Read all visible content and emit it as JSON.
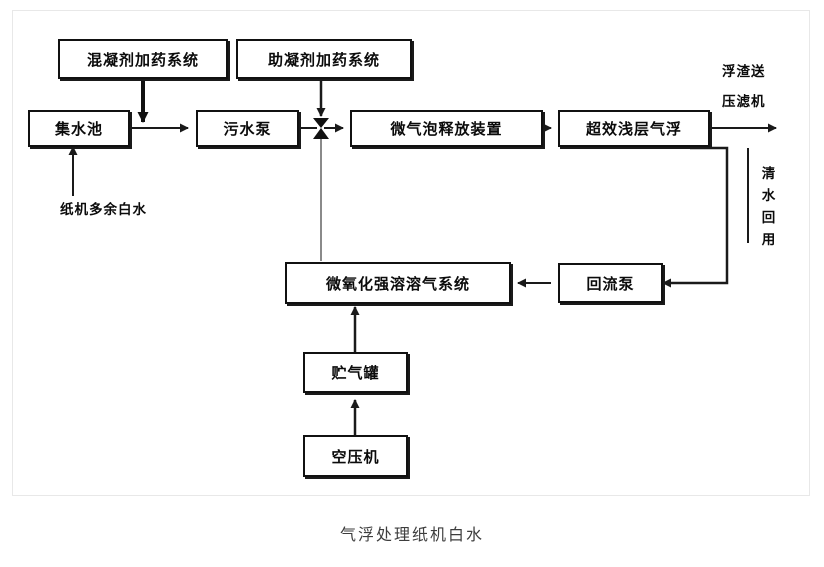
{
  "caption": "气浮处理纸机白水",
  "nodes": {
    "coagulant_dosing": "混凝剂加药系统",
    "flocculant_aid_dosing": "助凝剂加药系统",
    "collection_pool": "集水池",
    "sewage_pump": "污水泵",
    "microbubble_release": "微气泡释放装置",
    "shallow_air_flotation": "超效浅层气浮",
    "micro_oxidation_dissolved_gas": "微氧化强溶溶气系统",
    "reflux_pump": "回流泵",
    "gas_storage_tank": "贮气罐",
    "air_compressor": "空压机"
  },
  "labels": {
    "white_water_inlet": "纸机多余白水",
    "scum_out_line1": "浮渣送",
    "scum_out_line2": "压滤机",
    "clear_water_reuse": "清水回用"
  },
  "colors": {
    "stroke": "#1a1a1a",
    "box_fill": "#ffffff",
    "frame": "#e8e8e8",
    "caption": "#3d3d3d"
  }
}
